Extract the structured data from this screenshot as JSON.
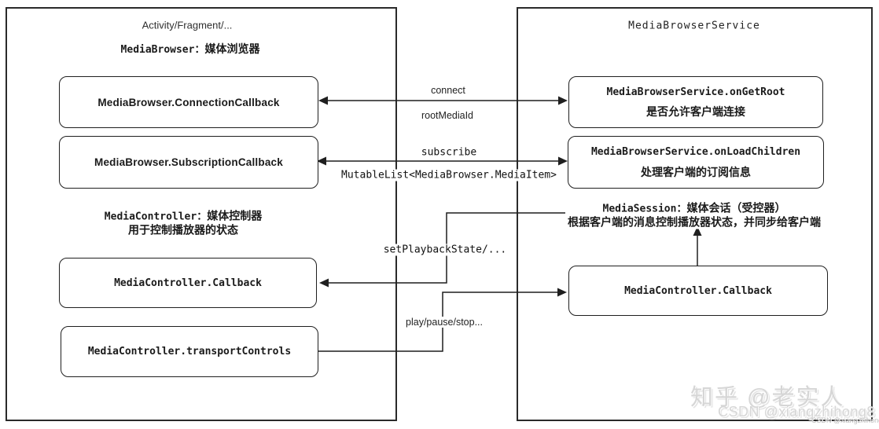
{
  "panels": {
    "client": {
      "title": "Activity/Fragment/...",
      "browser_label_code": "MediaBrowser：",
      "browser_label_cn": "媒体浏览器",
      "connection_callback": "MediaBrowser.ConnectionCallback",
      "subscription_callback": "MediaBrowser.SubscriptionCallback",
      "controller_label_code": "MediaController：",
      "controller_label_cn": "媒体控制器",
      "controller_desc": "用于控制播放器的状态",
      "controller_callback": "MediaController.Callback",
      "transport_controls": "MediaController.transportControls"
    },
    "service": {
      "title": "MediaBrowserService",
      "on_get_root": "MediaBrowserService.onGetRoot",
      "on_get_root_desc": "是否允许客户端连接",
      "on_load_children": "MediaBrowserService.onLoadChildren",
      "on_load_children_desc": "处理客户端的订阅信息",
      "session_label_code": "MediaSession：",
      "session_label_cn": "媒体会话（受控器）",
      "session_desc": "根据客户端的消息控制播放器状态，并同步给客户端",
      "controller_callback": "MediaController.Callback"
    },
    "connectors": {
      "connect": "connect",
      "root_media_id": "rootMediaId",
      "subscribe": "subscribe",
      "mutable_list": "MutableList<MediaBrowser.MediaItem>",
      "set_playback_state": "setPlaybackState/...",
      "play_pause_stop": "play/pause/stop..."
    },
    "watermark": {
      "zhihu": "知乎 @老实人",
      "csdn": "CSDN @xiangzhihong8",
      "csdn_small": "CSDN @xiangzhihong8"
    },
    "colors": {
      "line": "#1f1f1f",
      "box_border": "#1f1f1f",
      "background": "#ffffff",
      "watermark": "#d6d6d6"
    }
  }
}
